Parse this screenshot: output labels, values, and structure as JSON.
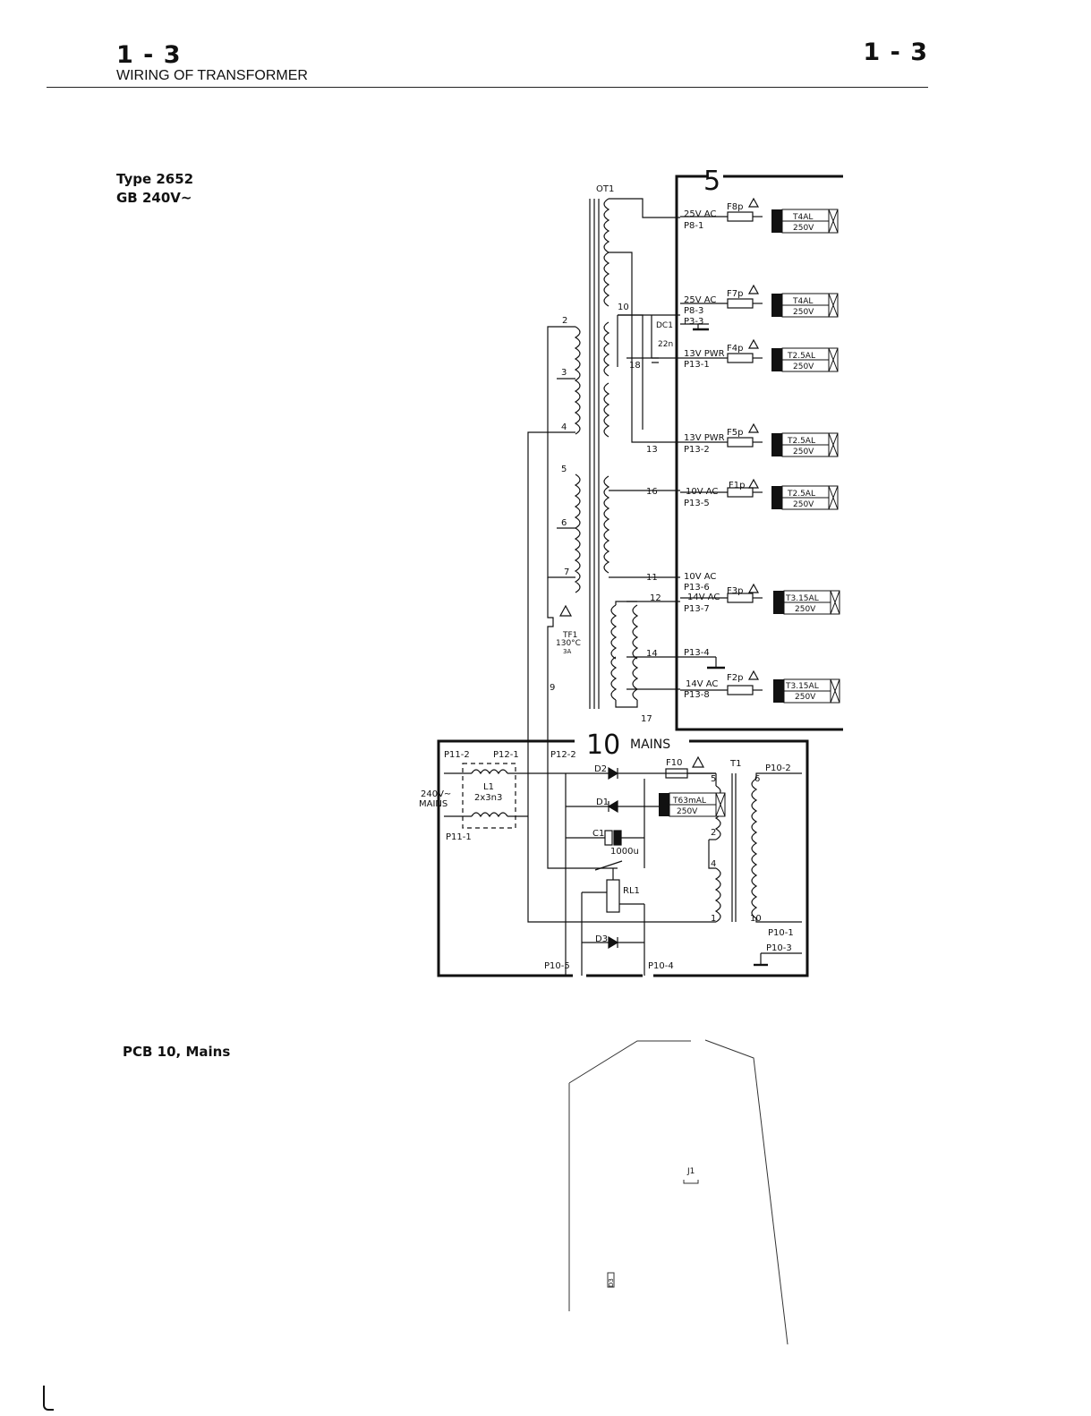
{
  "header": {
    "section_left": "1 - 3",
    "section_right": "1 - 3",
    "title": "WIRING OF TRANSFORMER"
  },
  "model": {
    "type_line": "Type 2652",
    "variant_line": "GB 240V~"
  },
  "schematic": {
    "transformer_label": "OT1",
    "block_5_label": "5",
    "block_10_label": "10",
    "mains_label": "MAINS",
    "primary_taps": [
      "2",
      "3",
      "4",
      "5",
      "6",
      "7",
      "9"
    ],
    "secondary_taps": [
      "10",
      "18",
      "13",
      "16",
      "11",
      "12",
      "14",
      "17"
    ],
    "thermal_fuse": {
      "name": "TF1",
      "rating": "130°C",
      "current": "3A"
    },
    "capacitor_dc": {
      "name": "DC1",
      "value": "22n"
    },
    "outputs": [
      {
        "voltage": "25V AC",
        "connector": "P8-1",
        "fuse": "F8p",
        "rating": "T4AL",
        "volt_rating": "250V"
      },
      {
        "voltage": "25V AC",
        "connector": "P8-3",
        "fuse": "F7p",
        "rating": "T4AL",
        "volt_rating": "250V"
      },
      {
        "voltage": "13V PWR",
        "connector": "P13-1",
        "fuse": "F4p",
        "rating": "T2.5AL",
        "volt_rating": "250V"
      },
      {
        "voltage": "13V PWR",
        "connector": "P13-2",
        "fuse": "F5p",
        "rating": "T2.5AL",
        "volt_rating": "250V"
      },
      {
        "voltage": "10V AC",
        "connector": "P13-5",
        "fuse": "F1p",
        "rating": "T2.5AL",
        "volt_rating": "250V"
      },
      {
        "voltage": "14V AC",
        "connector": "P13-7",
        "fuse": "F3p",
        "rating": "T3.15AL",
        "volt_rating": "250V"
      },
      {
        "voltage": "14V AC",
        "connector": "P13-8",
        "fuse": "F2p",
        "rating": "T3.15AL",
        "volt_rating": "250V"
      }
    ],
    "extra_connectors": [
      "P3-3",
      "P13-6",
      "P13-4"
    ],
    "mains": {
      "input_label": "240V~",
      "input_label2": "MAINS",
      "filter_name": "L1",
      "filter_value": "2x3n3",
      "connectors": [
        "P11-2",
        "P12-1",
        "P12-2",
        "P11-1",
        "P10-2",
        "P10-1",
        "P10-3",
        "P10-4",
        "P10-5"
      ],
      "diodes": [
        "D2",
        "D1",
        "D3"
      ],
      "capacitor": {
        "name": "C1",
        "value": "1000u"
      },
      "relay": "RL1",
      "fuse": {
        "name": "F10",
        "rating": "T63mAL",
        "volt_rating": "250V"
      },
      "transformer_name": "T1",
      "transformer_taps": [
        "5",
        "6",
        "2",
        "4",
        "1",
        "10"
      ]
    }
  },
  "pcb": {
    "label": "PCB 10, Mains",
    "component_j1": "J1",
    "component_d3": "D3"
  }
}
